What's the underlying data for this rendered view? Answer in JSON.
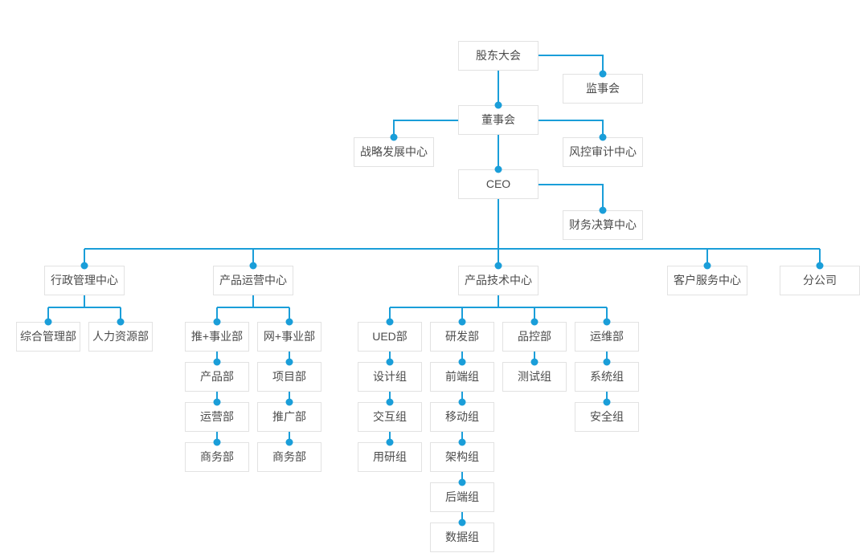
{
  "diagram": {
    "type": "org-chart",
    "accent_color": "#1a9ed9",
    "node_border_color": "#e2e2e2",
    "text_color": "#4c4c4c",
    "connector_dot": "filled-circle"
  },
  "nodes": {
    "shareholders": {
      "label": "股东大会"
    },
    "supervisory": {
      "label": "监事会"
    },
    "board": {
      "label": "董事会"
    },
    "strategy": {
      "label": "战略发展中心"
    },
    "risk_audit": {
      "label": "风控审计中心"
    },
    "ceo": {
      "label": "CEO"
    },
    "finance": {
      "label": "财务决算中心"
    },
    "admin_center": {
      "label": "行政管理中心"
    },
    "general_admin": {
      "label": "综合管理部"
    },
    "hr": {
      "label": "人力资源部"
    },
    "product_ops_center": {
      "label": "产品运营中心"
    },
    "tui_division": {
      "label": "推+事业部"
    },
    "wang_division": {
      "label": "网+事业部"
    },
    "product_dept": {
      "label": "产品部"
    },
    "operations_dept": {
      "label": "运营部"
    },
    "business_dept_tui": {
      "label": "商务部"
    },
    "project_dept": {
      "label": "项目部"
    },
    "promotion_dept": {
      "label": "推广部"
    },
    "business_dept_wang": {
      "label": "商务部"
    },
    "product_tech_center": {
      "label": "产品技术中心"
    },
    "ued_dept": {
      "label": "UED部"
    },
    "design_group": {
      "label": "设计组"
    },
    "interaction_group": {
      "label": "交互组"
    },
    "user_research_group": {
      "label": "用研组"
    },
    "rnd_dept": {
      "label": "研发部"
    },
    "frontend_group": {
      "label": "前端组"
    },
    "mobile_group": {
      "label": "移动组"
    },
    "architecture_group": {
      "label": "架构组"
    },
    "backend_group": {
      "label": "后端组"
    },
    "data_group": {
      "label": "数据组"
    },
    "qc_dept": {
      "label": "品控部"
    },
    "testing_group": {
      "label": "测试组"
    },
    "maintenance_dept": {
      "label": "运维部"
    },
    "system_group": {
      "label": "系统组"
    },
    "security_group": {
      "label": "安全组"
    },
    "customer_service_center": {
      "label": "客户服务中心"
    },
    "branch_company": {
      "label": "分公司"
    }
  },
  "edges": [
    [
      "shareholders",
      "supervisory"
    ],
    [
      "shareholders",
      "board"
    ],
    [
      "board",
      "strategy"
    ],
    [
      "board",
      "risk_audit"
    ],
    [
      "board",
      "ceo"
    ],
    [
      "ceo",
      "finance"
    ],
    [
      "ceo",
      "admin_center"
    ],
    [
      "ceo",
      "product_ops_center"
    ],
    [
      "ceo",
      "product_tech_center"
    ],
    [
      "ceo",
      "customer_service_center"
    ],
    [
      "ceo",
      "branch_company"
    ],
    [
      "admin_center",
      "general_admin"
    ],
    [
      "admin_center",
      "hr"
    ],
    [
      "product_ops_center",
      "tui_division"
    ],
    [
      "product_ops_center",
      "wang_division"
    ],
    [
      "tui_division",
      "product_dept"
    ],
    [
      "product_dept",
      "operations_dept"
    ],
    [
      "operations_dept",
      "business_dept_tui"
    ],
    [
      "wang_division",
      "project_dept"
    ],
    [
      "project_dept",
      "promotion_dept"
    ],
    [
      "promotion_dept",
      "business_dept_wang"
    ],
    [
      "product_tech_center",
      "ued_dept"
    ],
    [
      "product_tech_center",
      "rnd_dept"
    ],
    [
      "product_tech_center",
      "qc_dept"
    ],
    [
      "product_tech_center",
      "maintenance_dept"
    ],
    [
      "ued_dept",
      "design_group"
    ],
    [
      "design_group",
      "interaction_group"
    ],
    [
      "interaction_group",
      "user_research_group"
    ],
    [
      "rnd_dept",
      "frontend_group"
    ],
    [
      "frontend_group",
      "mobile_group"
    ],
    [
      "mobile_group",
      "architecture_group"
    ],
    [
      "architecture_group",
      "backend_group"
    ],
    [
      "backend_group",
      "data_group"
    ],
    [
      "qc_dept",
      "testing_group"
    ],
    [
      "maintenance_dept",
      "system_group"
    ],
    [
      "system_group",
      "security_group"
    ]
  ]
}
